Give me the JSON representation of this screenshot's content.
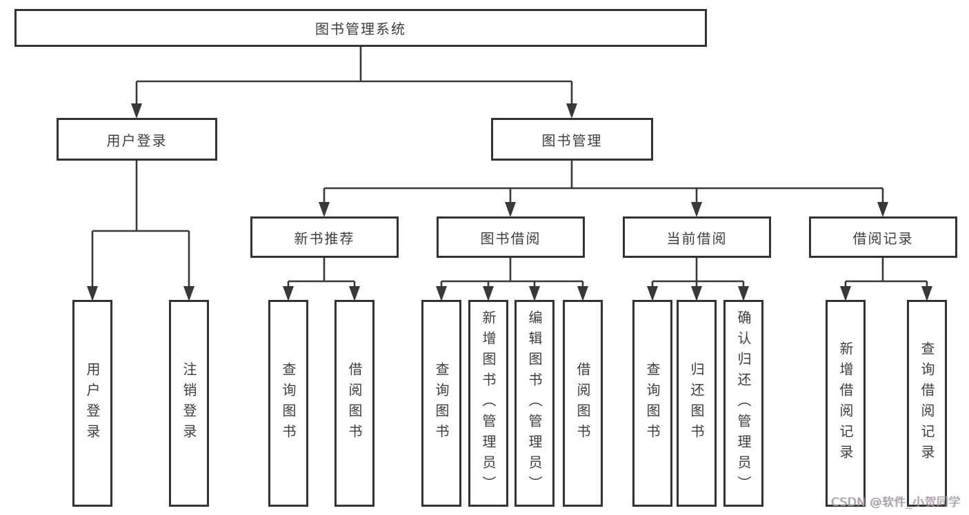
{
  "diagram": {
    "tree": {
      "label": "图书管理系统",
      "children": [
        {
          "label": "用户登录",
          "children": [
            {
              "label": "用户登录"
            },
            {
              "label": "注销登录"
            }
          ]
        },
        {
          "label": "图书管理",
          "children": [
            {
              "label": "新书推荐",
              "children": [
                {
                  "label": "查询图书"
                },
                {
                  "label": "借阅图书"
                }
              ]
            },
            {
              "label": "图书借阅",
              "children": [
                {
                  "label": "查询图书"
                },
                {
                  "label": "新增图书（管理员）"
                },
                {
                  "label": "编辑图书（管理员）"
                },
                {
                  "label": "借阅图书"
                }
              ]
            },
            {
              "label": "当前借阅",
              "children": [
                {
                  "label": "查询图书"
                },
                {
                  "label": "归还图书"
                },
                {
                  "label": "确认归还（管理员）"
                }
              ]
            },
            {
              "label": "借阅记录",
              "children": [
                {
                  "label": "新增借阅记录"
                },
                {
                  "label": "查询借阅记录"
                }
              ]
            }
          ]
        }
      ]
    },
    "watermark": "CSDN @软件_小贺同学",
    "colors": {
      "line": "#383838",
      "border": "#333333",
      "text": "#3d3d3d",
      "background": "#ffffff",
      "watermark": "#a0a0a0"
    }
  }
}
